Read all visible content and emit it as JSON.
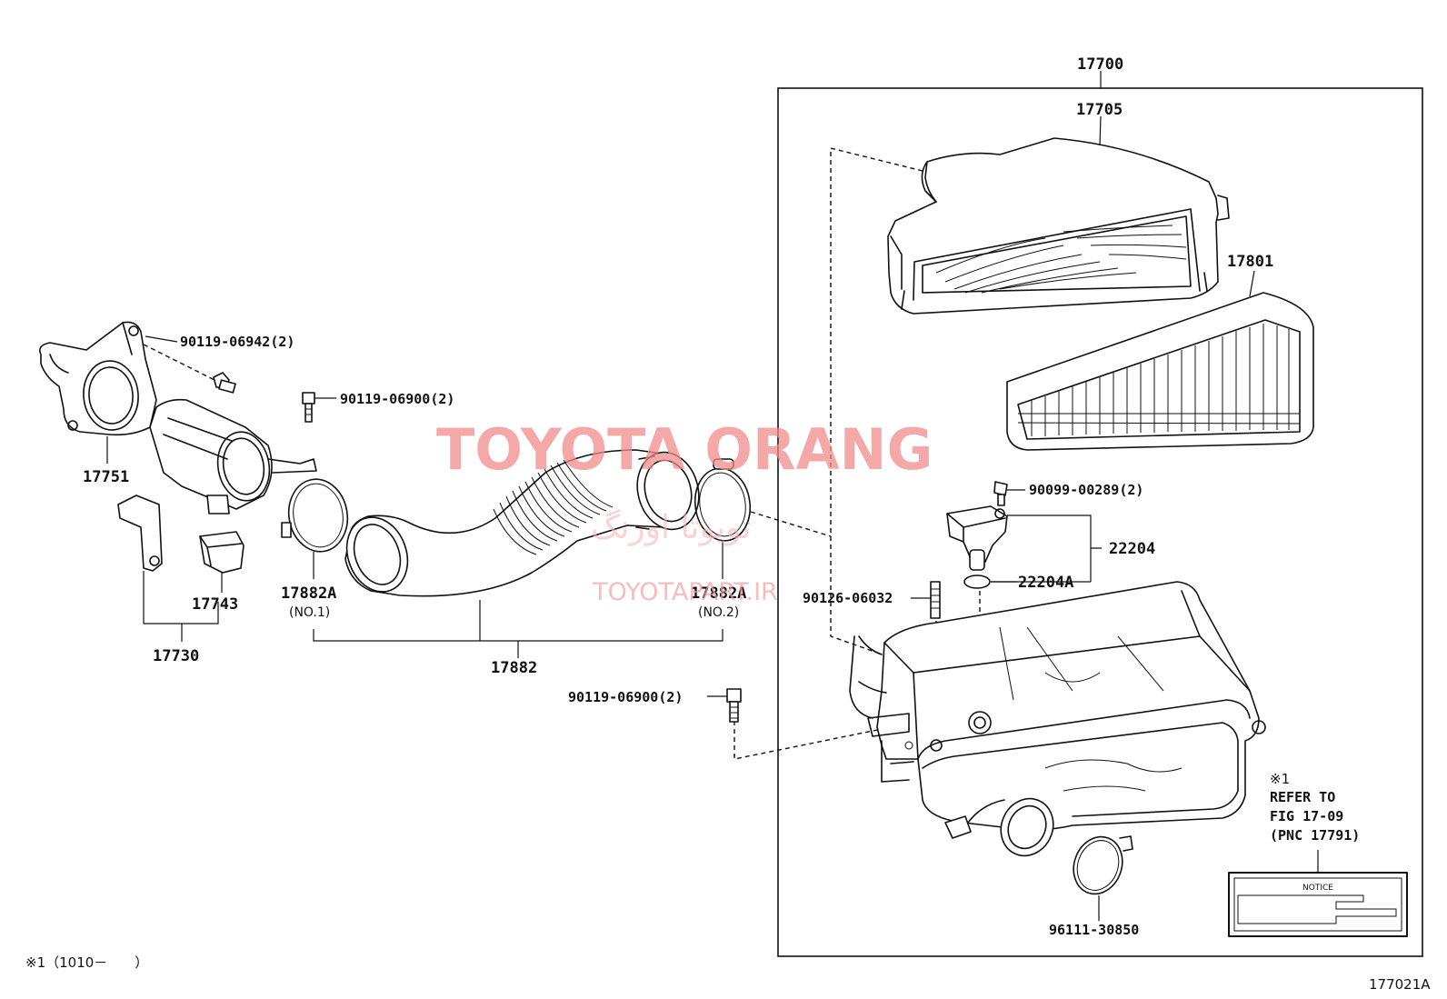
{
  "diagram": {
    "figure_code": "177021A",
    "footnote": "※1（1010－　　）"
  },
  "labels": {
    "assembly_17700": "17700",
    "cap_17705": "17705",
    "element_17801": "17801",
    "bolt_90119_06942": "90119-06942(2)",
    "bolt_90119_06900_top": "90119-06900(2)",
    "bolt_90119_06900_bottom": "90119-06900(2)",
    "bolt_90099_00289": "90099-00289(2)",
    "sensor_22204": "22204",
    "oring_22204A": "22204A",
    "stud_90126_06032": "90126-06032",
    "clamp_96111_30850": "96111-30850",
    "inlet_17751": "17751",
    "damper_17743": "17743",
    "inlet_assy_17730": "17730",
    "clamp_17882A_1": "17882A",
    "clamp_17882A_1_sub": "(NO.1)",
    "clamp_17882A_2": "17882A",
    "clamp_17882A_2_sub": "(NO.2)",
    "hose_17882": "17882"
  },
  "notice_box": {
    "ref_mark": "※1",
    "line1": "REFER TO",
    "line2": "FIG 17-09",
    "line3": "(PNC 17791)",
    "plate_title": "NOTICE"
  },
  "watermark": {
    "brand": "TOYOTA ORANG",
    "site": "TOYOTAPART.IR",
    "arabic": "تویوتا اورنگ"
  }
}
